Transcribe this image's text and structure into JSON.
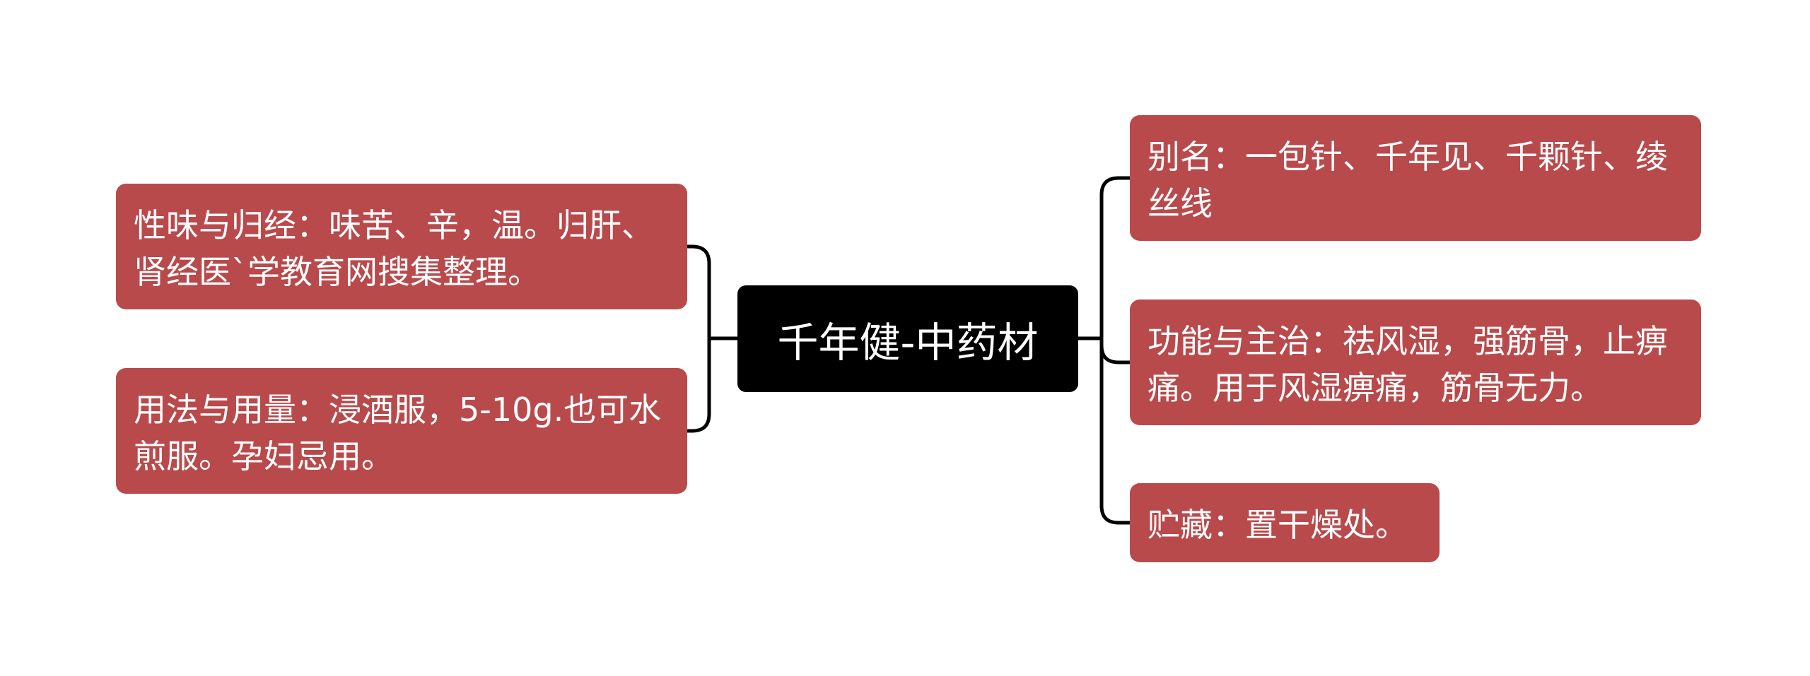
{
  "mindmap": {
    "center": {
      "title": "千年健-中药材"
    },
    "left_topics": [
      {
        "text": "性味与归经：味苦、辛，温。归肝、肾经医`学教育网搜集整理。"
      },
      {
        "text": "用法与用量：浸酒服，5-10g.也可水煎服。孕妇忌用。"
      }
    ],
    "right_topics": [
      {
        "text": "别名：一包针、千年见、千颗针、绫丝线"
      },
      {
        "text": "功能与主治：祛风湿，强筋骨，止痹痛。用于风湿痹痛，筋骨无力。"
      },
      {
        "text": "贮藏：置干燥处。"
      }
    ]
  },
  "colors": {
    "topic_fill": "#b94a4c",
    "center_fill": "#000000",
    "text": "#ffffff",
    "connector": "#000000",
    "background": "#ffffff"
  }
}
